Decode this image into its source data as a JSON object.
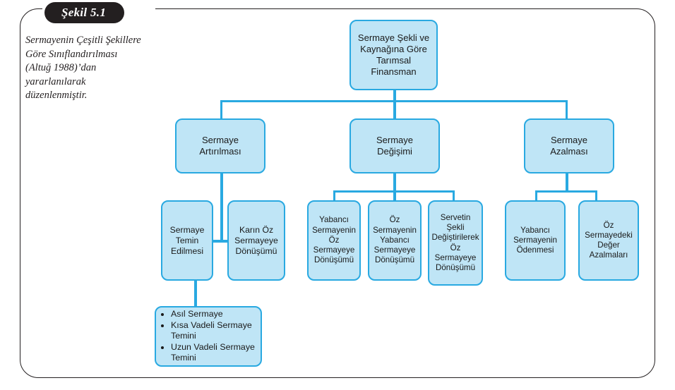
{
  "figure": {
    "badge": "Şekil 5.1",
    "caption": "Sermayenin Çeşitli Şekillere Göre Sınıflandırılması (Altuğ 1988)’dan yararlanılarak düzenlenmiştir."
  },
  "colors": {
    "node_fill": "#bfe5f6",
    "node_border": "#29a9e1",
    "connector": "#29a9e1",
    "frame": "#231f20",
    "badge_bg": "#231f20",
    "badge_text": "#ffffff",
    "node_text": "#1a1a1a"
  },
  "diagram": {
    "root": "Sermaye Şekli ve\nKaynağına Göre\nTarımsal\nFinansman",
    "level2": [
      {
        "id": "artirilmasi",
        "label": "Sermaye\nArtırılması"
      },
      {
        "id": "degisimi",
        "label": "Sermaye\nDeğişimi"
      },
      {
        "id": "azalmasi",
        "label": "Sermaye\nAzalması"
      }
    ],
    "level3": [
      {
        "id": "temin-edilmesi",
        "parent": "artirilmasi",
        "label": "Sermaye\nTemin\nEdilmesi"
      },
      {
        "id": "karin-oz-sermayeye",
        "parent": "artirilmasi",
        "label": "Karın Öz\nSermayeye\nDönüşümü"
      },
      {
        "id": "yabanci-oz",
        "parent": "degisimi",
        "label": "Yabancı\nSermayenin\nÖz\nSermayeye\nDönüşümü"
      },
      {
        "id": "oz-yabanci",
        "parent": "degisimi",
        "label": "Öz\nSermayenin\nYabancı\nSermayeye\nDönüşümü"
      },
      {
        "id": "servetin-sekli",
        "parent": "degisimi",
        "label": "Servetin\nŞekli\nDeğiştirilerek\nÖz\nSermayeye\nDönüşümü"
      },
      {
        "id": "yabanci-odenmesi",
        "parent": "azalmasi",
        "label": "Yabancı\nSermayenin\nÖdenmesi"
      },
      {
        "id": "oz-deger-azalmalari",
        "parent": "azalmasi",
        "label": "Öz\nSermayedeki\nDeğer\nAzalmaları"
      }
    ],
    "level4": {
      "id": "sermaye-temin-detay",
      "parent": "temin-edilmesi",
      "bullets": [
        "Asıl Sermaye",
        "Kısa Vadeli Sermaye Temini",
        "Uzun Vadeli Sermaye Temini"
      ]
    }
  }
}
